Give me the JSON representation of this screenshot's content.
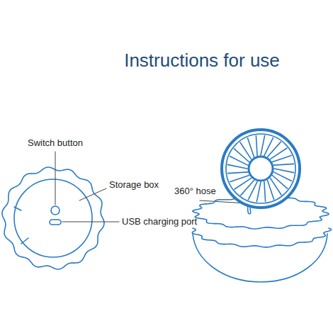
{
  "diagram": {
    "title": "Instructions for use",
    "labels": [
      "Switch button",
      "Storage box",
      "USB charging port",
      "360° hose"
    ]
  }
}
